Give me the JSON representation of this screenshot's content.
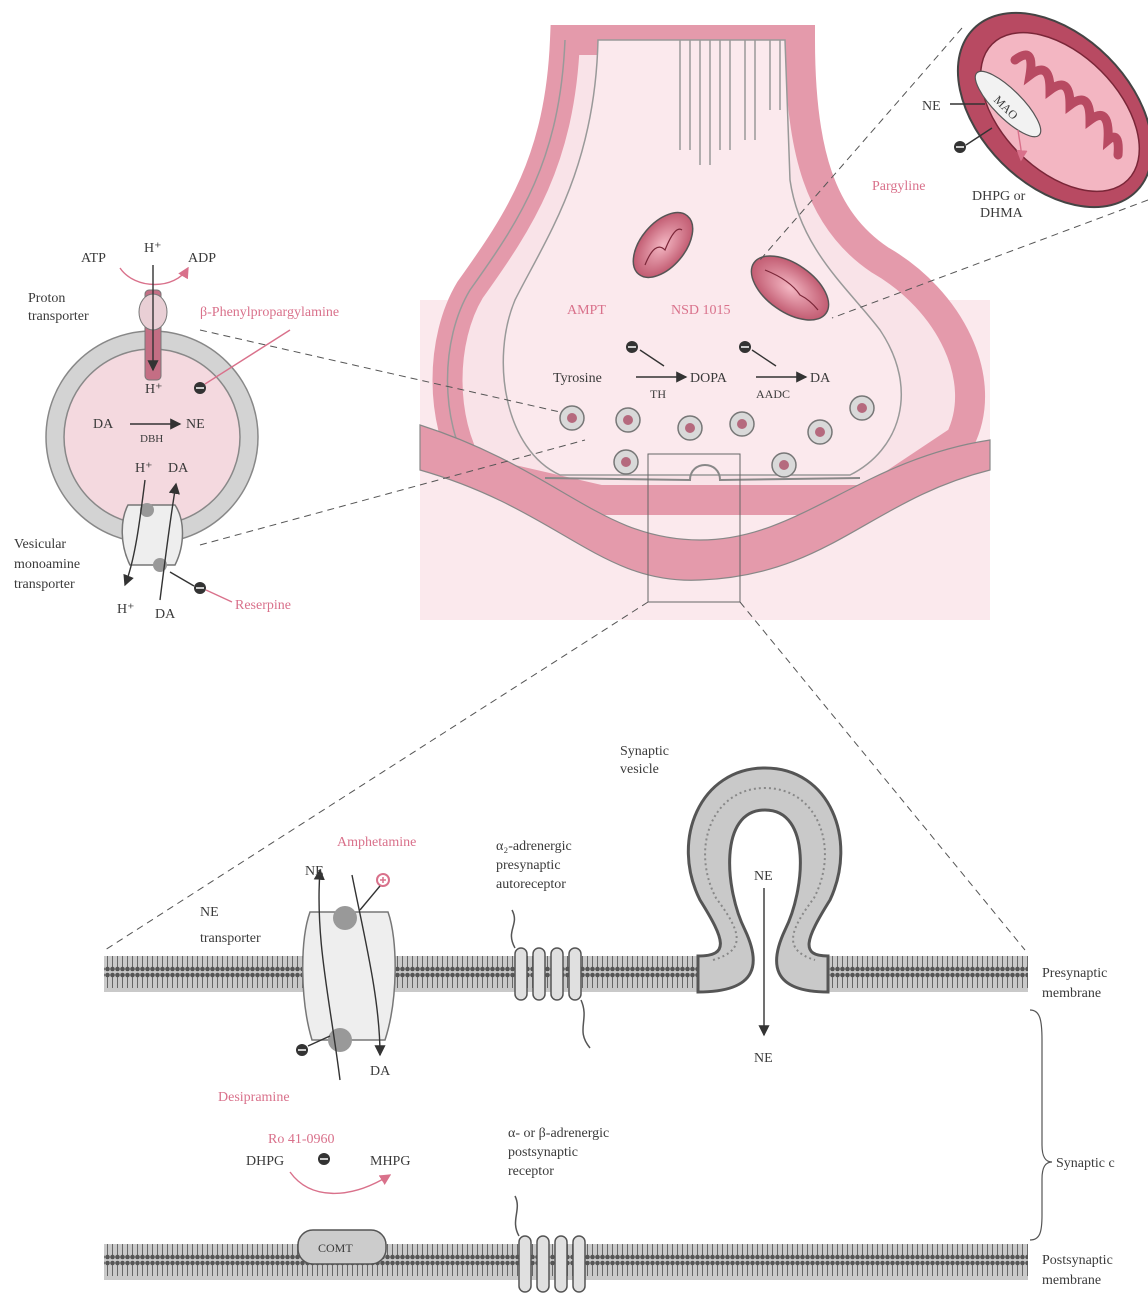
{
  "terminal": {
    "ampt": "AMPT",
    "nsd": "NSD 1015",
    "tyrosine": "Tyrosine",
    "dopa": "DOPA",
    "da": "DA",
    "th": "TH",
    "aadc": "AADC"
  },
  "mitochondrion": {
    "ne": "NE",
    "mao": "MAO",
    "pargyline": "Pargyline",
    "product_1": "DHPG or",
    "product_2": "DHMA"
  },
  "vesicle": {
    "atp": "ATP",
    "h_plus_top": "H⁺",
    "adp": "ADP",
    "proton_1": "Proton",
    "proton_2": "transporter",
    "phenyl": "β-Phenylpropargylamine",
    "h_plus_inner": "H⁺",
    "da": "DA",
    "ne": "NE",
    "dbh": "DBH",
    "h_plus_lower": "H⁺",
    "da_lower": "DA",
    "vmat_1": "Vesicular",
    "vmat_2": "monoamine",
    "vmat_3": "transporter",
    "h_plus_out": "H⁺",
    "da_out": "DA",
    "reserpine": "Reserpine"
  },
  "synapse": {
    "syn_vesicle_1": "Synaptic",
    "syn_vesicle_2": "vesicle",
    "amphetamine": "Amphetamine",
    "ne_top": "NE",
    "net_1": "NE",
    "net_2": "transporter",
    "da": "DA",
    "desipramine": "Desipramine",
    "alpha2_1": "α₂-adrenergic",
    "alpha2_2": "presynaptic",
    "alpha2_3": "autoreceptor",
    "ne_release": "NE",
    "ne_cleft": "NE",
    "presyn_1": "Presynaptic",
    "presyn_2": "membrane",
    "cleft": "Synaptic c",
    "ro": "Ro 41-0960",
    "dhpg": "DHPG",
    "mhpg": "MHPG",
    "comt": "COMT",
    "post_1": "α- or β-adrenergic",
    "post_2": "postsynaptic",
    "post_3": "receptor",
    "postsyn_1": "Postsynaptic",
    "postsyn_2": "membrane"
  },
  "colors": {
    "pink": "#d9718b",
    "membrane_pink": "#e9a0b0",
    "cytoplasm": "#f9e3e8",
    "gray": "#a8a8a8"
  }
}
